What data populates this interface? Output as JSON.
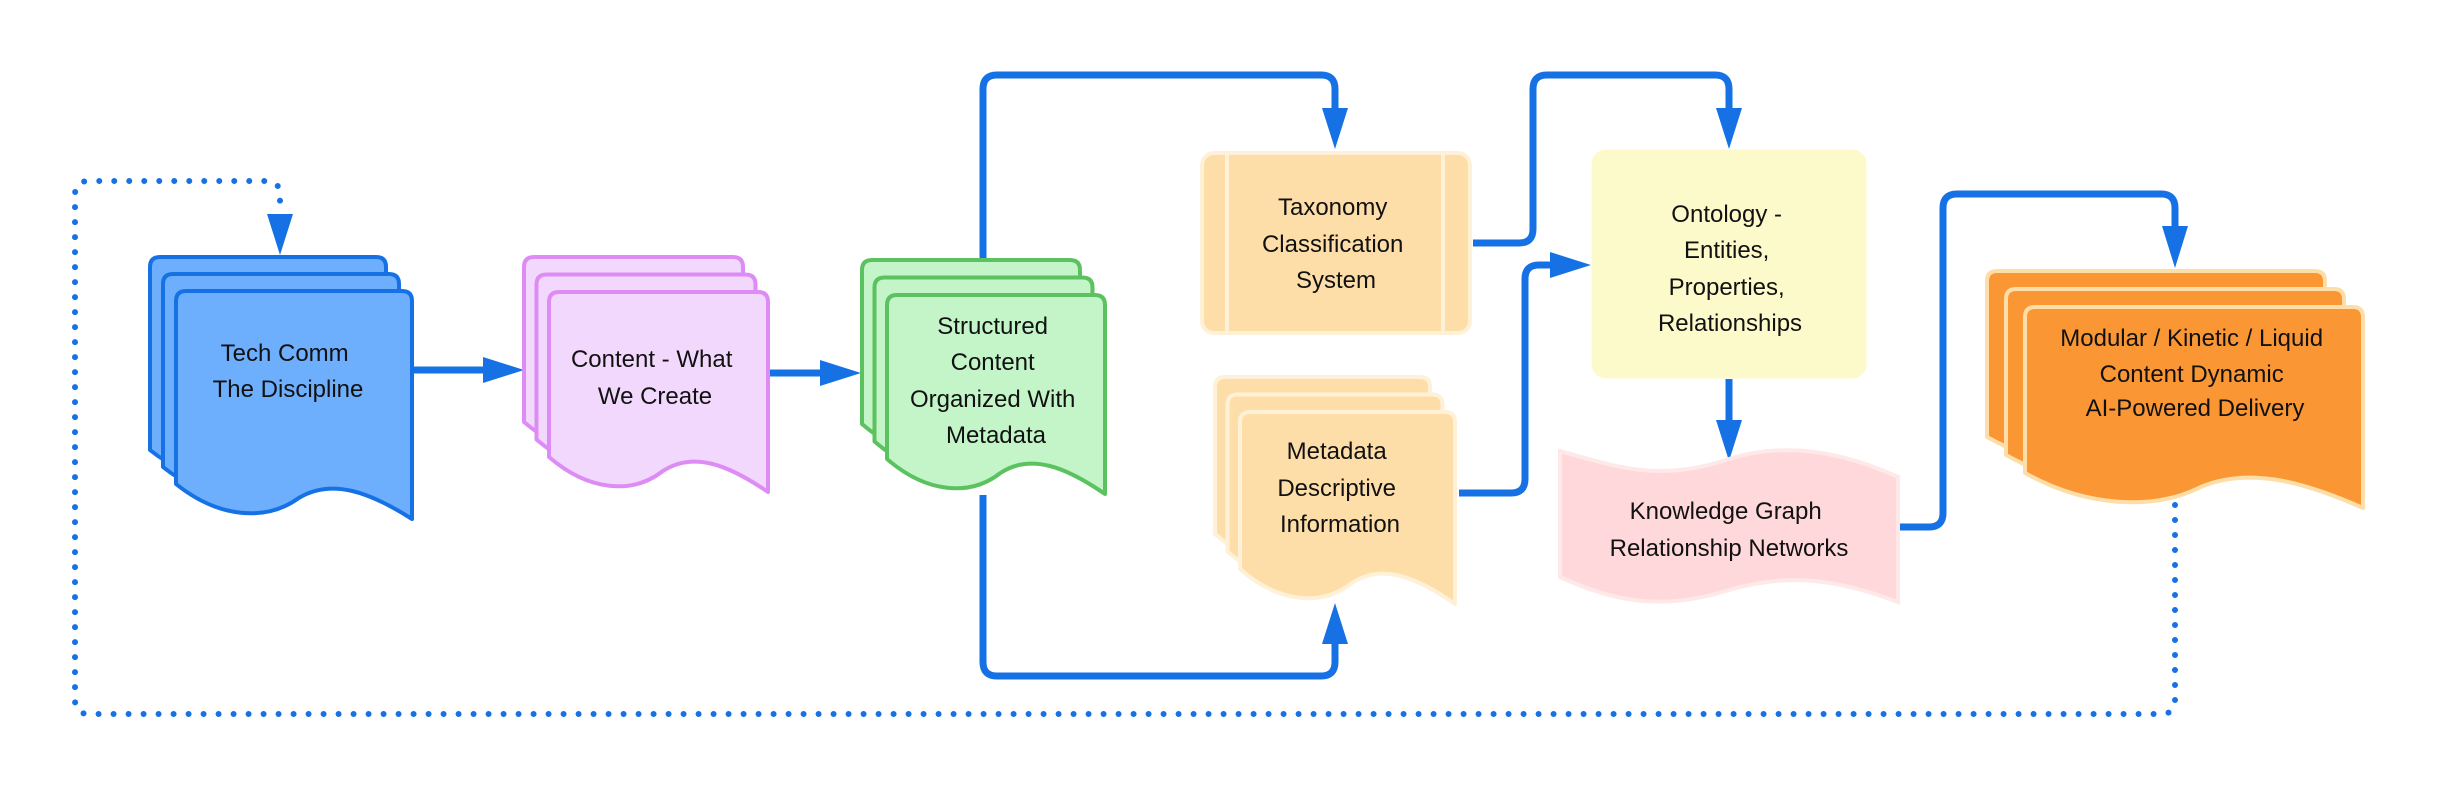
{
  "diagram": {
    "type": "flowchart",
    "nodes": {
      "tech_comm": {
        "lines": [
          "Tech Comm",
          "The Discipline"
        ],
        "shape": "multi-document",
        "fill": "#6DAFFD",
        "stroke": "#1672E4"
      },
      "content": {
        "lines": [
          "Content - What",
          "We Create"
        ],
        "shape": "multi-document",
        "fill": "#F2D8FC",
        "stroke": "#DE8CF5"
      },
      "structured": {
        "lines": [
          "Structured",
          "Content",
          "Organized With",
          "Metadata"
        ],
        "shape": "multi-document",
        "fill": "#C3F5C9",
        "stroke": "#5CC260"
      },
      "taxonomy": {
        "lines": [
          "Taxonomy",
          "Classification",
          "System"
        ],
        "shape": "subprocess",
        "fill": "#FDDEA8",
        "stroke": "#FEF1D8"
      },
      "metadata": {
        "lines": [
          "Metadata",
          "Descriptive",
          "Information"
        ],
        "shape": "multi-document",
        "fill": "#FDDEA8",
        "stroke": "#FEF1D8"
      },
      "ontology": {
        "lines": [
          "Ontology -",
          "Entities,",
          "Properties,",
          "Relationships"
        ],
        "shape": "rounded-rectangle",
        "fill": "#FCF9CA",
        "stroke": "#FCF9CA"
      },
      "knowledge_graph": {
        "lines": [
          "Knowledge Graph",
          "Relationship Networks"
        ],
        "shape": "tape",
        "fill": "#FED8DA",
        "stroke": "#FEE8E8"
      },
      "modular": {
        "lines": [
          "Modular / Kinetic / Liquid",
          "Content Dynamic",
          "AI-Powered Delivery"
        ],
        "shape": "multi-document",
        "fill": "#FB9634",
        "stroke": "#FDDEA8"
      }
    },
    "edges": [
      {
        "from": "tech_comm",
        "to": "content",
        "style": "solid"
      },
      {
        "from": "content",
        "to": "structured",
        "style": "solid"
      },
      {
        "from": "structured",
        "to": "taxonomy",
        "style": "solid"
      },
      {
        "from": "structured",
        "to": "metadata",
        "style": "solid"
      },
      {
        "from": "taxonomy",
        "to": "ontology",
        "style": "solid"
      },
      {
        "from": "metadata",
        "to": "ontology",
        "style": "solid"
      },
      {
        "from": "ontology",
        "to": "knowledge_graph",
        "style": "solid"
      },
      {
        "from": "knowledge_graph",
        "to": "modular",
        "style": "solid"
      },
      {
        "from": "modular",
        "to": "tech_comm",
        "style": "dotted"
      }
    ],
    "edge_color": "#1672E4"
  }
}
